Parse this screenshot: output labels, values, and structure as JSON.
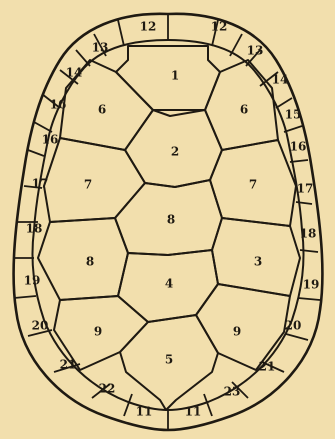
{
  "labels": {
    "vertebral_1": "1",
    "vertebral_2": "2",
    "vertebral_3": "8",
    "vertebral_4": "4",
    "vertebral_5": "5",
    "costal_6_left": "6",
    "costal_6_right": "6",
    "costal_7_left": "7",
    "costal_7_right": "7",
    "costal_8_left": "8",
    "costal_8_right": "3",
    "costal_9_left": "9",
    "costal_9_right": "9",
    "marginal_11_left": "11",
    "marginal_11_right": "11",
    "marginal_12_left": "12",
    "marginal_12_right": "12",
    "marginal_13_left": "13",
    "marginal_13_right": "13",
    "marginal_14_left": "14",
    "marginal_14_right": "14",
    "marginal_15_right": "15",
    "marginal_16_left_upper": "16",
    "marginal_16_left_lower": "16",
    "marginal_16_right": "16",
    "marginal_17_left": "17",
    "marginal_17_right": "17",
    "marginal_18_left": "18",
    "marginal_18_right": "18",
    "marginal_19_left": "19",
    "marginal_19_right": "19",
    "marginal_20_left": "20",
    "marginal_20_right": "20",
    "marginal_21_left": "21",
    "marginal_21_right": "21",
    "marginal_22_left": "22",
    "marginal_23_right": "23"
  },
  "colors": {
    "background": "#f2dfad",
    "ink": "#1f1a12"
  }
}
